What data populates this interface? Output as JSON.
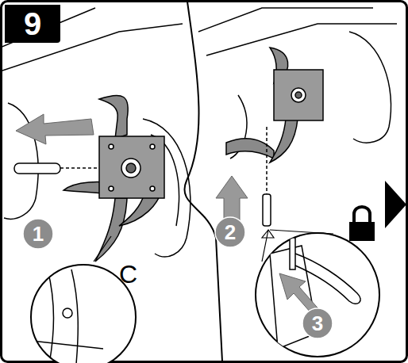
{
  "diagram": {
    "nodes": [
      {
        "text": [
          "9"
        ]
      },
      {
        "text": [
          "1"
        ]
      },
      {
        "text": [
          "2"
        ]
      },
      {
        "text": [
          "3"
        ]
      }
    ],
    "labels": [
      "C"
    ]
  }
}
